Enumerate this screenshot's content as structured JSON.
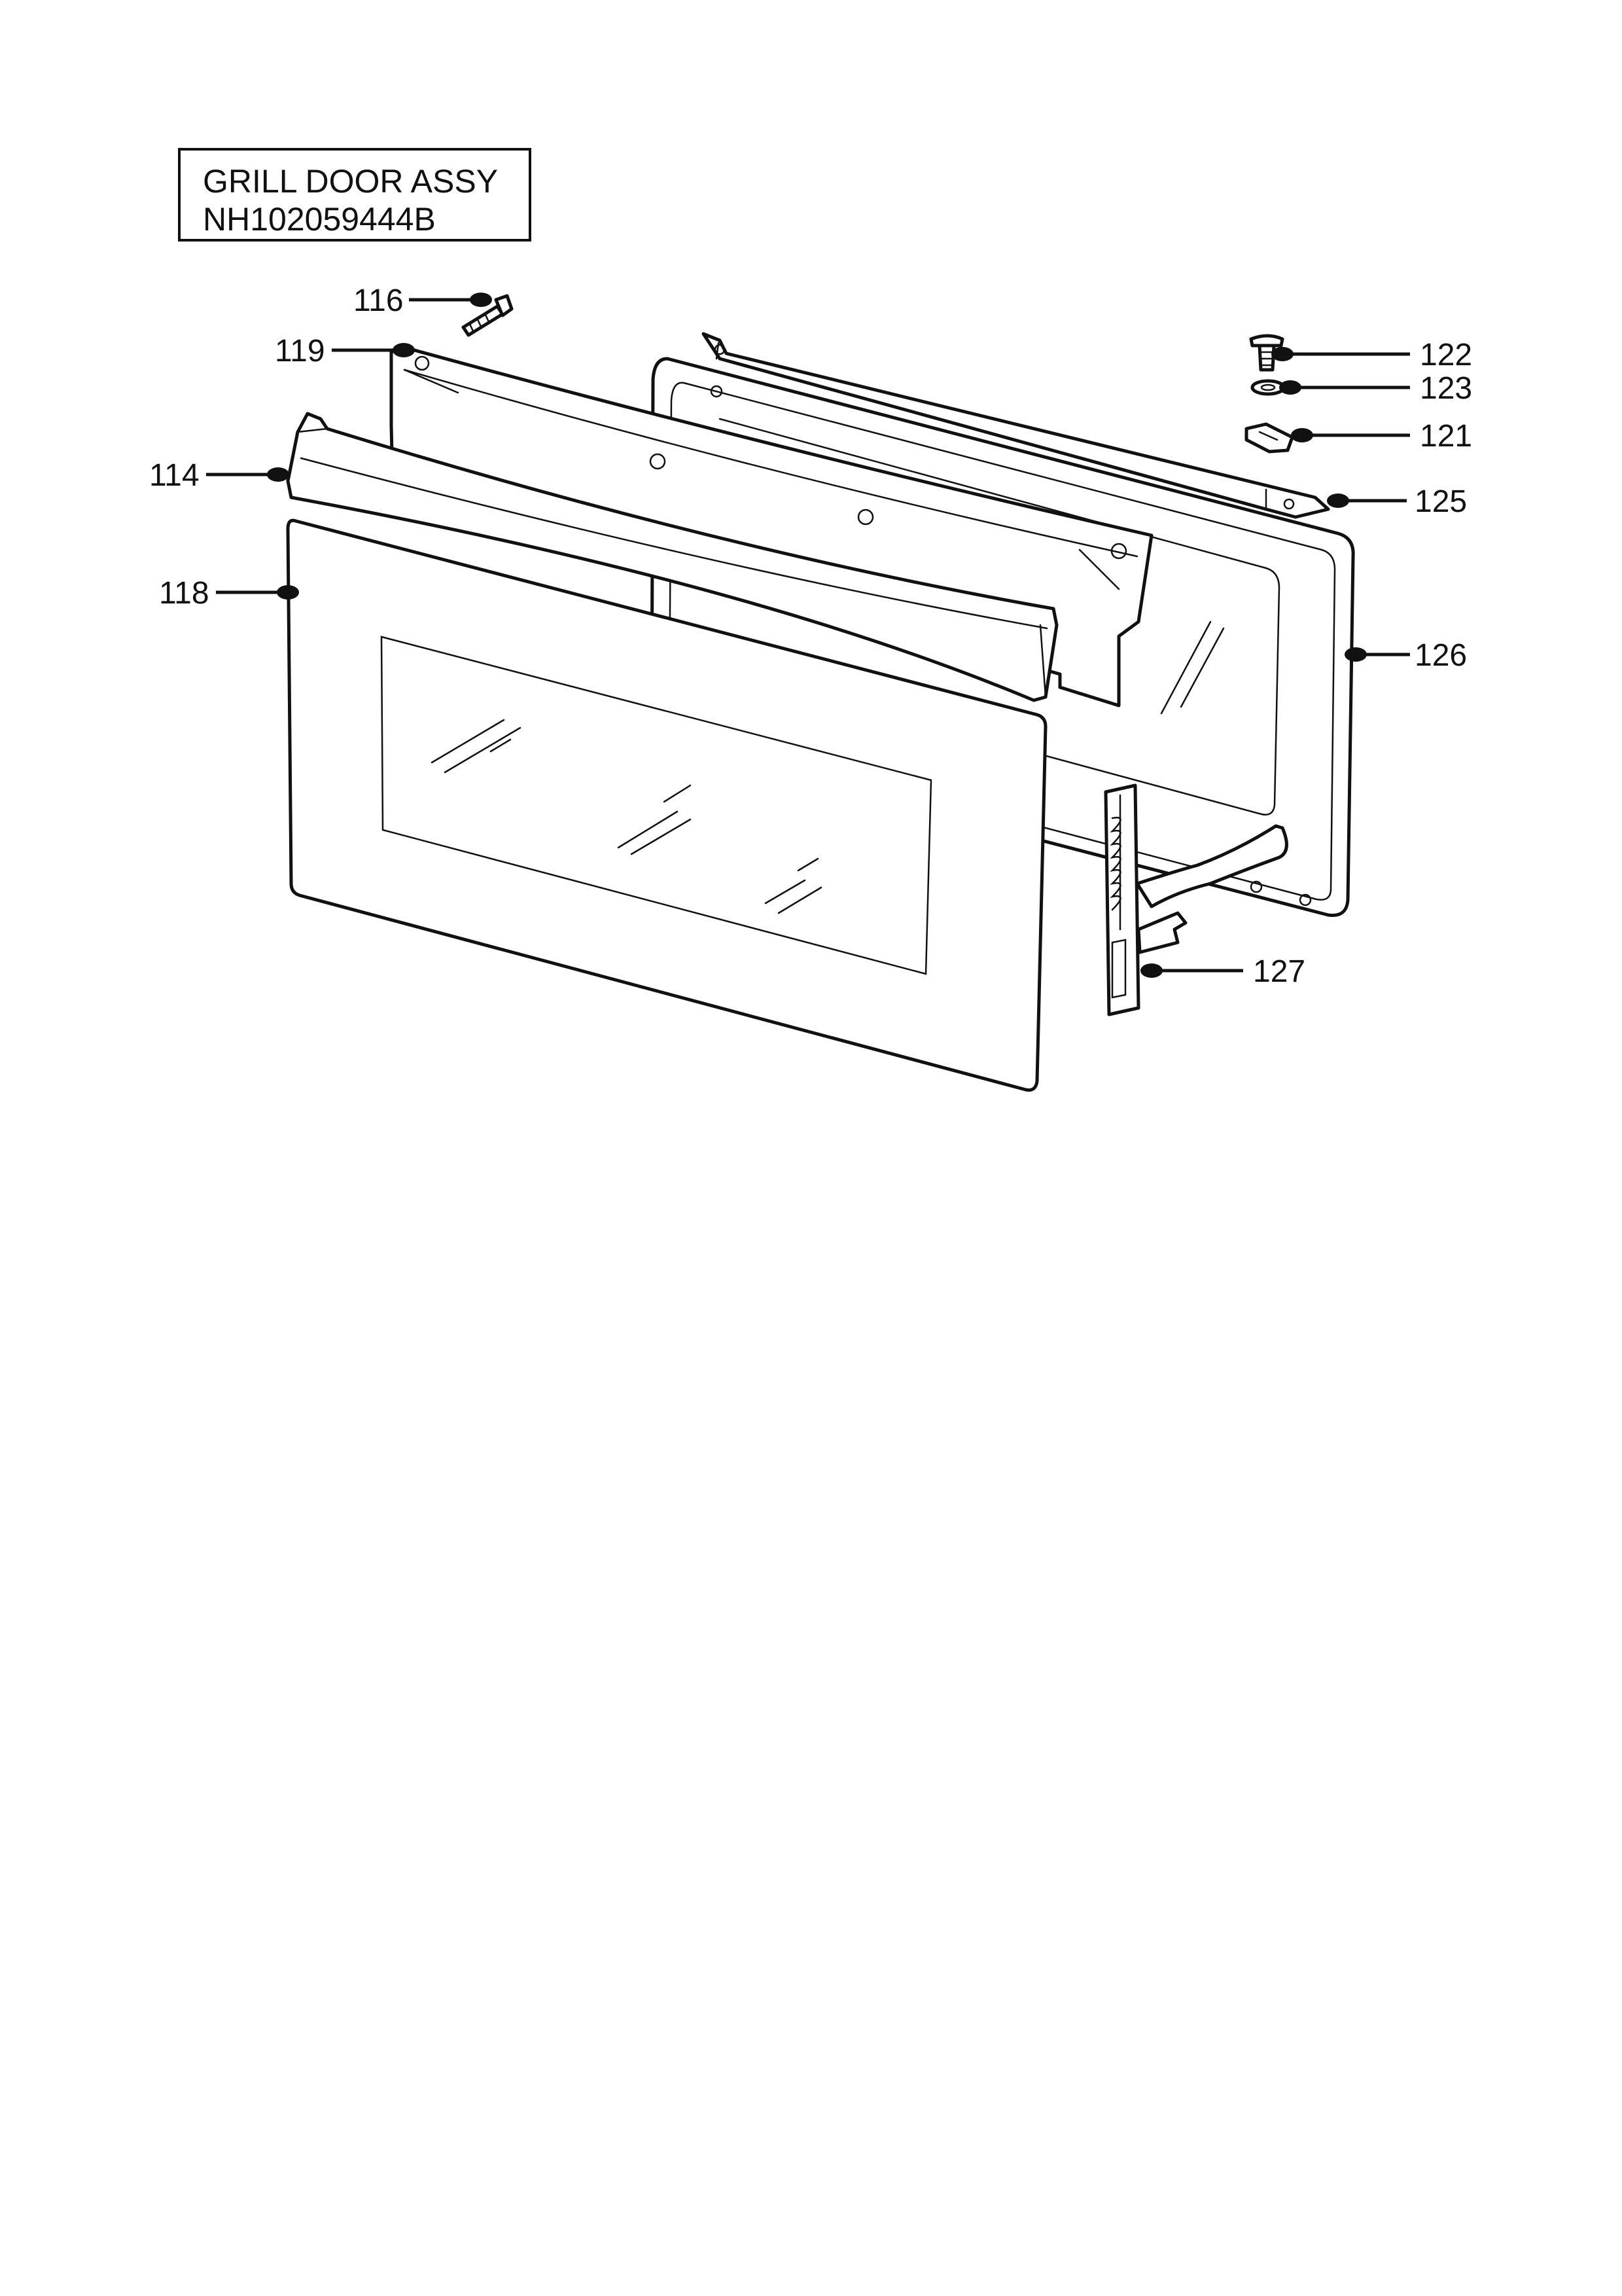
{
  "title": {
    "line1": "GRILL DOOR ASSY",
    "line2": "NH102059444B"
  },
  "callouts": [
    {
      "id": "116",
      "part": "screw"
    },
    {
      "id": "119",
      "part": "inner-trim-panel"
    },
    {
      "id": "114",
      "part": "top-handle-trim"
    },
    {
      "id": "118",
      "part": "outer-glass-door-panel"
    },
    {
      "id": "122",
      "part": "screw"
    },
    {
      "id": "123",
      "part": "washer"
    },
    {
      "id": "121",
      "part": "clip"
    },
    {
      "id": "125",
      "part": "top-rail"
    },
    {
      "id": "126",
      "part": "inner-door-frame"
    },
    {
      "id": "127",
      "part": "hinge"
    }
  ],
  "colors": {
    "line": "#111111",
    "background": "#ffffff"
  }
}
